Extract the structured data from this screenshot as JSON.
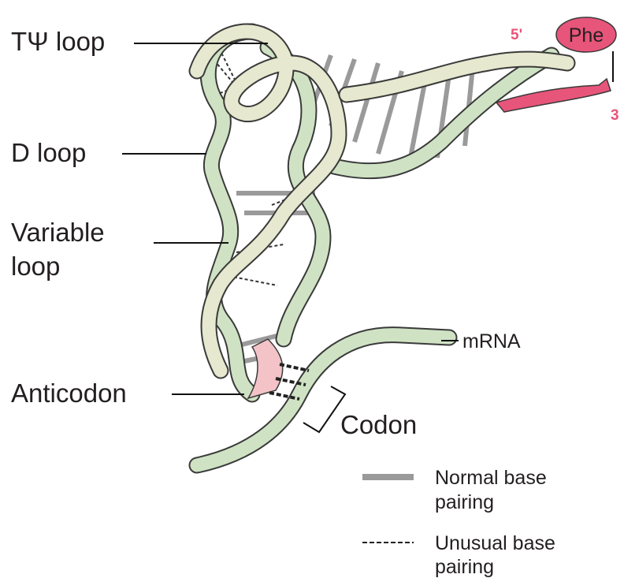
{
  "labels": {
    "tpsi_loop": "TΨ loop",
    "d_loop": "D loop",
    "variable_loop_line1": "Variable",
    "variable_loop_line2": "loop",
    "anticodon": "Anticodon",
    "codon": "Codon",
    "mrna": "mRNA",
    "five_prime": "5'",
    "three_prime": "3",
    "amino_acid": "Phe"
  },
  "legend": {
    "normal_line1": "Normal base",
    "normal_line2": "pairing",
    "unusual_line1": "Unusual base",
    "unusual_line2": "pairing"
  },
  "colors": {
    "ribbon_cream": "#e6e8cf",
    "ribbon_green": "#cfe3c4",
    "ribbon_outline": "#3a3a3a",
    "normal_pair": "#9a9a9a",
    "accent_pink": "#e8557a",
    "anticodon_pink": "#f3c3c8"
  }
}
